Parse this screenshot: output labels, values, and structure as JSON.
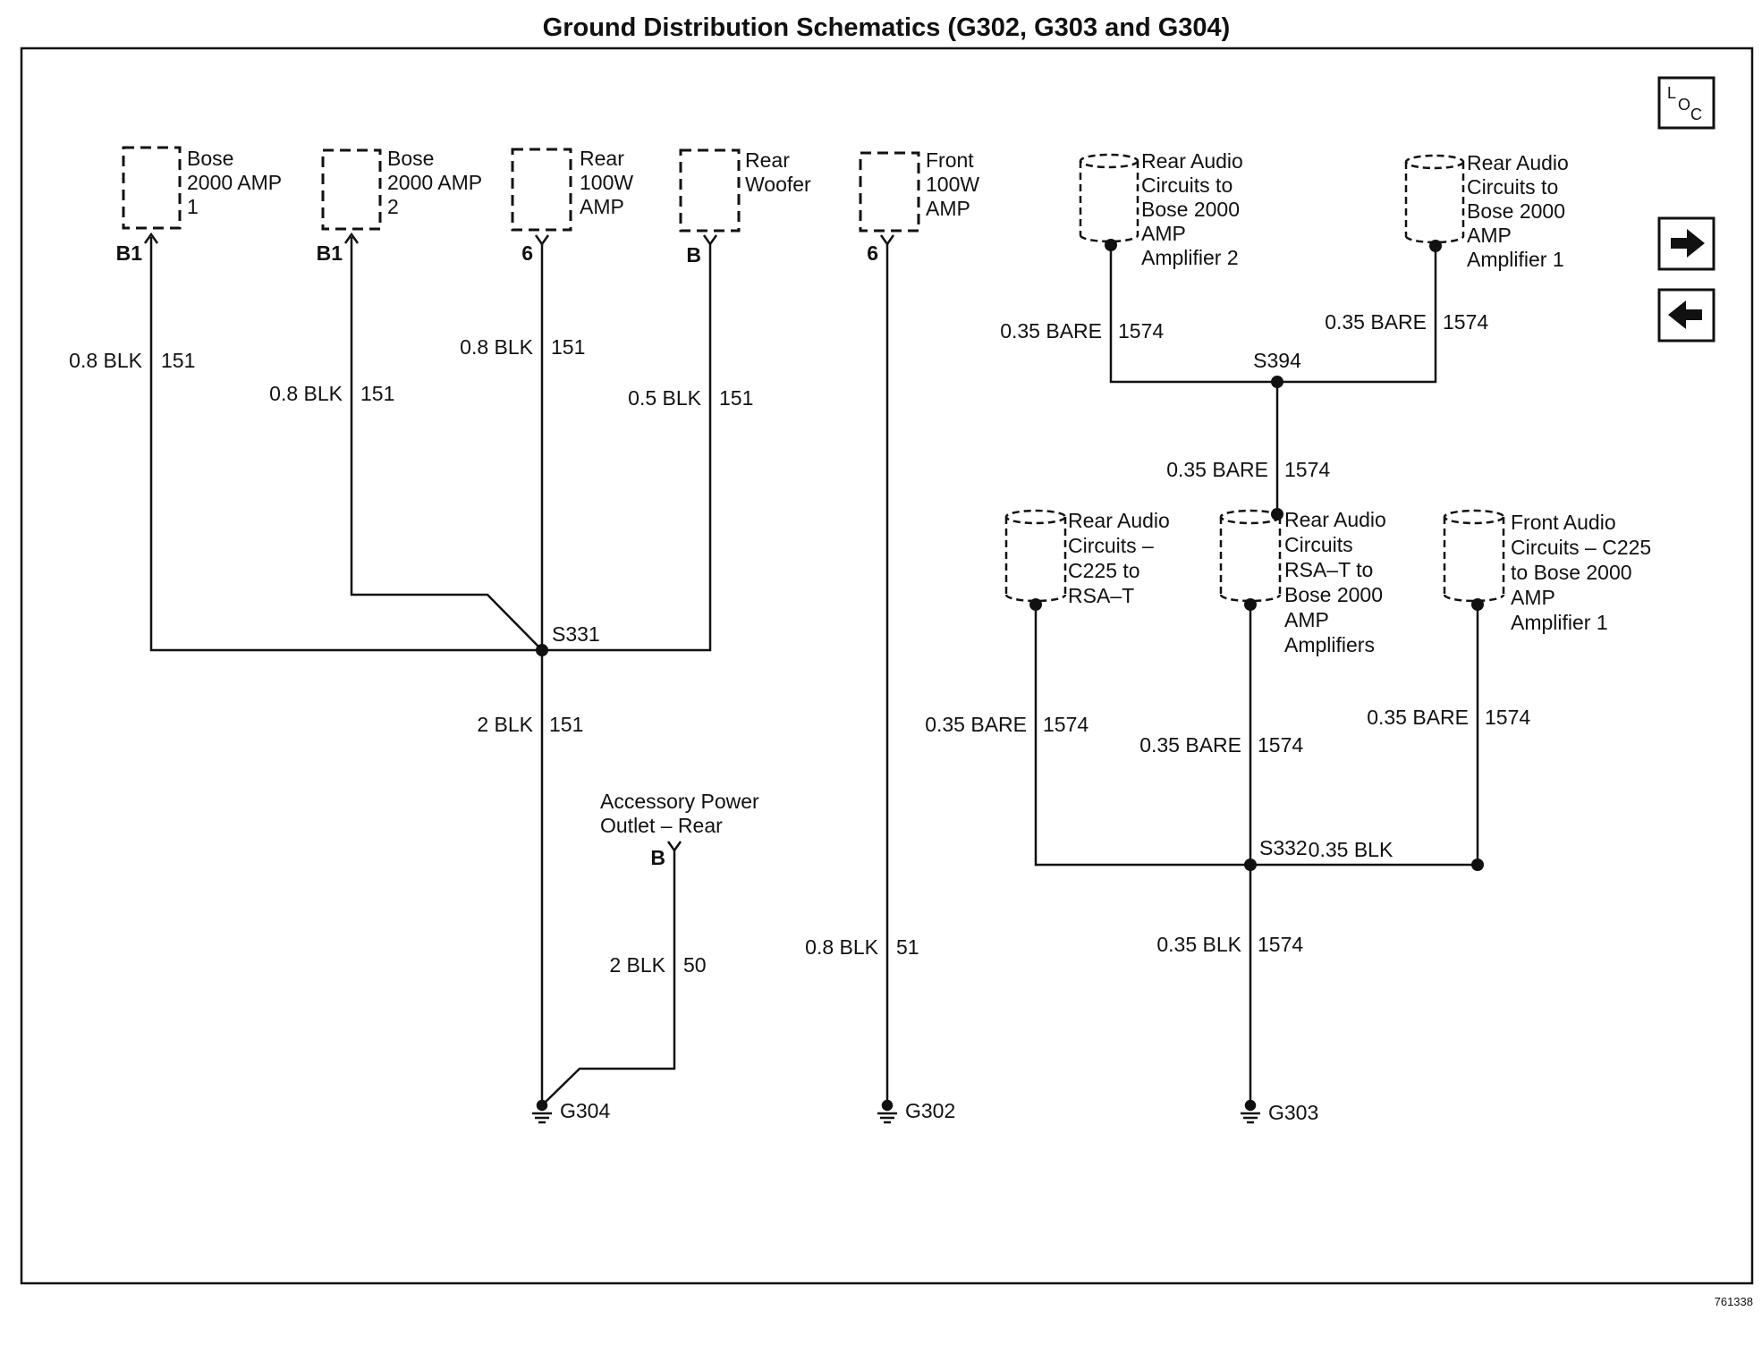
{
  "title": "Ground Distribution Schematics (G302, G303 and G304)",
  "document_id": "761338",
  "nav": {
    "loc": {
      "l": "L",
      "o": "O",
      "c": "C"
    },
    "next_icon": "arrow-right-icon",
    "prev_icon": "arrow-left-icon"
  },
  "components": [
    {
      "id": "bose-amp-1",
      "lines": [
        "Bose",
        "2000 AMP",
        "1"
      ],
      "pin": "B1"
    },
    {
      "id": "bose-amp-2",
      "lines": [
        "Bose",
        "2000 AMP",
        "2"
      ],
      "pin": "B1"
    },
    {
      "id": "rear-100w-amp",
      "lines": [
        "Rear",
        "100W",
        "AMP"
      ],
      "pin": "6"
    },
    {
      "id": "rear-woofer",
      "lines": [
        "Rear",
        "Woofer"
      ],
      "pin": "B"
    },
    {
      "id": "front-100w-amp",
      "lines": [
        "Front",
        "100W",
        "AMP"
      ],
      "pin": "6"
    },
    {
      "id": "accessory-power-outlet",
      "lines": [
        "Accessory Power",
        "Outlet – Rear"
      ],
      "pin": "B"
    },
    {
      "id": "rear-audio-amp2",
      "lines": [
        "Rear Audio",
        "Circuits to",
        "Bose 2000",
        "AMP",
        "Amplifier 2"
      ]
    },
    {
      "id": "rear-audio-amp1",
      "lines": [
        "Rear Audio",
        "Circuits to",
        "Bose 2000",
        "AMP",
        "Amplifier 1"
      ]
    },
    {
      "id": "rear-audio-c225-rsat",
      "lines": [
        "Rear Audio",
        "Circuits –",
        "C225 to",
        "RSA–T"
      ]
    },
    {
      "id": "rear-audio-rsat-bose",
      "lines": [
        "Rear Audio",
        "Circuits",
        "RSA–T to",
        "Bose 2000",
        "AMP",
        "Amplifiers"
      ]
    },
    {
      "id": "front-audio-c225-bose",
      "lines": [
        "Front Audio",
        "Circuits – C225",
        "to Bose 2000",
        "AMP",
        "Amplifier 1"
      ]
    }
  ],
  "wires": [
    {
      "id": "bose1-s331",
      "gauge": "0.8 BLK",
      "circuit": "151"
    },
    {
      "id": "bose2-s331",
      "gauge": "0.8 BLK",
      "circuit": "151"
    },
    {
      "id": "rear100w-s331",
      "gauge": "0.8 BLK",
      "circuit": "151"
    },
    {
      "id": "woofer-s331",
      "gauge": "0.5 BLK",
      "circuit": "151"
    },
    {
      "id": "s331-g304",
      "gauge": "2 BLK",
      "circuit": "151"
    },
    {
      "id": "outlet-g304",
      "gauge": "2 BLK",
      "circuit": "50"
    },
    {
      "id": "front100w-g302",
      "gauge": "0.8 BLK",
      "circuit": "51"
    },
    {
      "id": "amp2-s394",
      "gauge": "0.35 BARE",
      "circuit": "1574"
    },
    {
      "id": "amp1-s394",
      "gauge": "0.35 BARE",
      "circuit": "1574"
    },
    {
      "id": "s394-rsat",
      "gauge": "0.35 BARE",
      "circuit": "1574"
    },
    {
      "id": "c225rsat-s332",
      "gauge": "0.35 BARE",
      "circuit": "1574"
    },
    {
      "id": "rsat-s332",
      "gauge": "0.35 BARE",
      "circuit": "1574"
    },
    {
      "id": "front-c225-s332",
      "gauge": "0.35 BARE",
      "circuit": "1574"
    },
    {
      "id": "s332-front-jumper",
      "gauge": "0.35 BLK"
    },
    {
      "id": "s332-g303",
      "gauge": "0.35 BLK",
      "circuit": "1574"
    }
  ],
  "splices": [
    "S331",
    "S394",
    "S332"
  ],
  "grounds": [
    "G304",
    "G302",
    "G303"
  ]
}
